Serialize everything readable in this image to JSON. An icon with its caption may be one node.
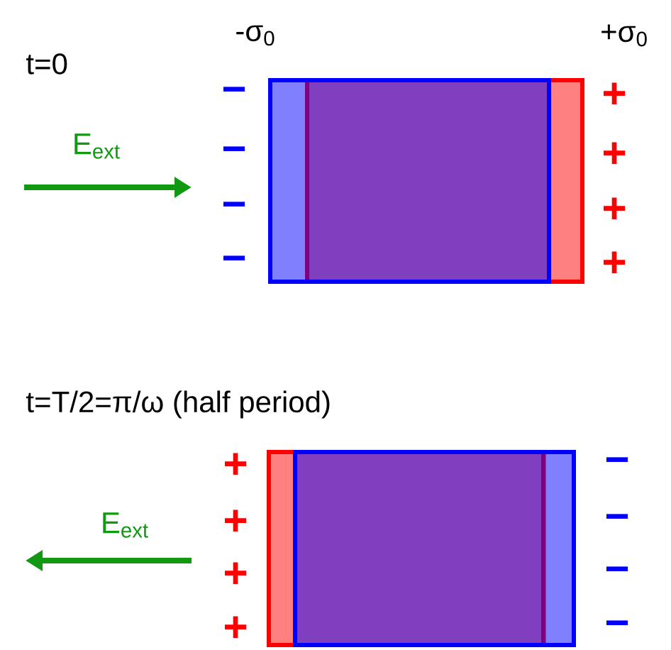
{
  "diagram": {
    "labels": [
      "t=0",
      "-σ$_{0}$",
      "+σ$_{0}$",
      "−",
      "−",
      "−",
      "−",
      "+",
      "+",
      "+",
      "+",
      "E$_{ext}$",
      "t=T/2=π/ω (half period)",
      "+",
      "+",
      "+",
      "+",
      "−",
      "−",
      "−",
      "−",
      "E$_{ext}$"
    ]
  }
}
